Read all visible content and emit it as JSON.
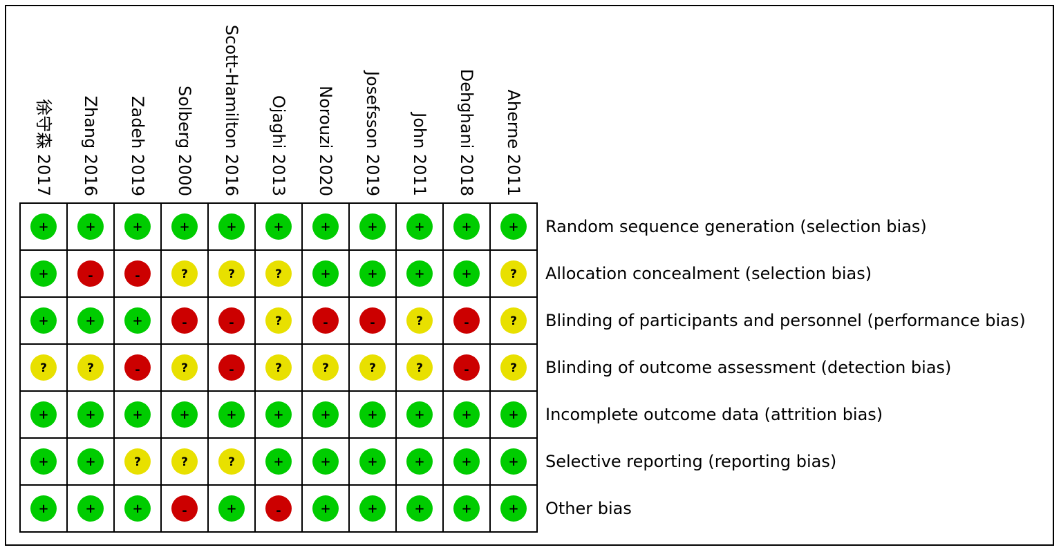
{
  "chart_data": {
    "type": "table",
    "studies": [
      "徐守森 2017",
      "Zhang 2016",
      "Zadeh 2019",
      "Solberg 2000",
      "Scott-Hamilton 2016",
      "Ojaghi 2013",
      "Norouzi 2020",
      "Josefsson 2019",
      "John 2011",
      "Dehghani 2018",
      "Aherne 2011"
    ],
    "domains": [
      "Random sequence generation (selection bias)",
      "Allocation concealment (selection bias)",
      "Blinding of participants and personnel (performance bias)",
      "Blinding of outcome assessment (detection bias)",
      "Incomplete outcome data (attrition bias)",
      "Selective reporting (reporting bias)",
      "Other bias"
    ],
    "judgements": [
      [
        "+",
        "+",
        "+",
        "+",
        "+",
        "+",
        "+",
        "+",
        "+",
        "+",
        "+"
      ],
      [
        "+",
        "-",
        "-",
        "?",
        "?",
        "?",
        "+",
        "+",
        "+",
        "+",
        "?"
      ],
      [
        "+",
        "+",
        "+",
        "-",
        "-",
        "?",
        "-",
        "-",
        "?",
        "-",
        "?"
      ],
      [
        "?",
        "?",
        "-",
        "?",
        "-",
        "?",
        "?",
        "?",
        "?",
        "-",
        "?"
      ],
      [
        "+",
        "+",
        "+",
        "+",
        "+",
        "+",
        "+",
        "+",
        "+",
        "+",
        "+"
      ],
      [
        "+",
        "+",
        "?",
        "?",
        "?",
        "+",
        "+",
        "+",
        "+",
        "+",
        "+"
      ],
      [
        "+",
        "+",
        "+",
        "-",
        "+",
        "-",
        "+",
        "+",
        "+",
        "+",
        "+"
      ]
    ],
    "colors": {
      "low": "#00cc00",
      "high": "#cc0000",
      "unclear": "#e8e000"
    }
  }
}
